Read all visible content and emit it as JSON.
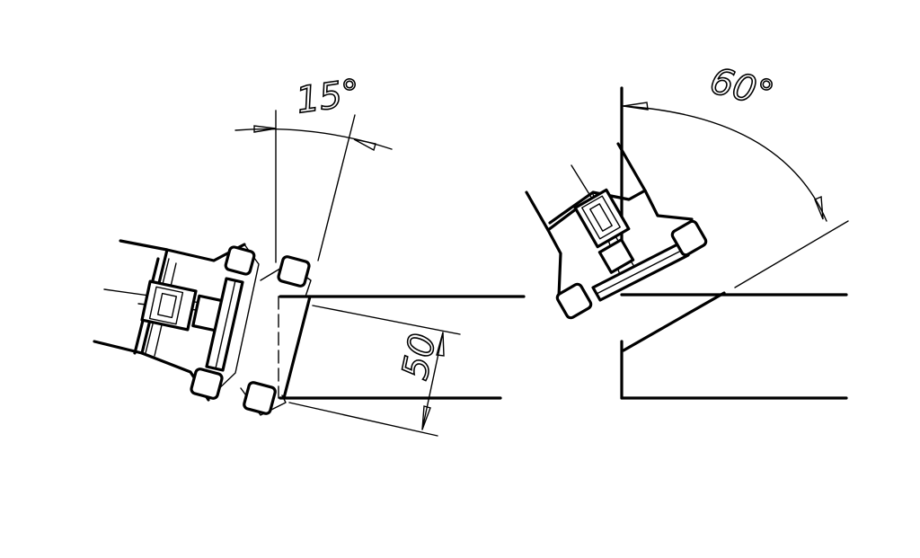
{
  "labels": {
    "angle_left": "15°",
    "dimension": "50",
    "angle_right": "60°"
  },
  "colors": {
    "line": "#000000",
    "background": "#ffffff"
  }
}
